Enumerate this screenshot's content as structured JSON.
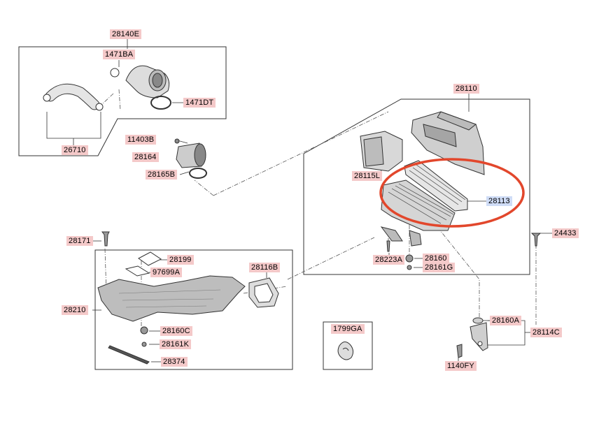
{
  "labels": {
    "p28140E": "28140E",
    "p1471BA": "1471BA",
    "p1471DT": "1471DT",
    "p26710": "26710",
    "p11403B": "11403B",
    "p28164": "28164",
    "p28165B": "28165B",
    "p28110": "28110",
    "p28115L": "28115L",
    "p28113": "28113",
    "p24433": "24433",
    "p28223A": "28223A",
    "p28160": "28160",
    "p28161G": "28161G",
    "p28171": "28171",
    "p28199": "28199",
    "p97699A": "97699A",
    "p28116B": "28116B",
    "p28210": "28210",
    "p28160C": "28160C",
    "p28161K": "28161K",
    "p28374": "28374",
    "p1799GA": "1799GA",
    "p28160A": "28160A",
    "p28114C": "28114C",
    "p1140FY": "1140FY"
  },
  "colors": {
    "label_bg": "#f4c9c9",
    "highlight_label_bg": "#cfdcf6",
    "highlight_ring": "#e2472c",
    "line": "#333333"
  },
  "highlighted_part": "28113"
}
